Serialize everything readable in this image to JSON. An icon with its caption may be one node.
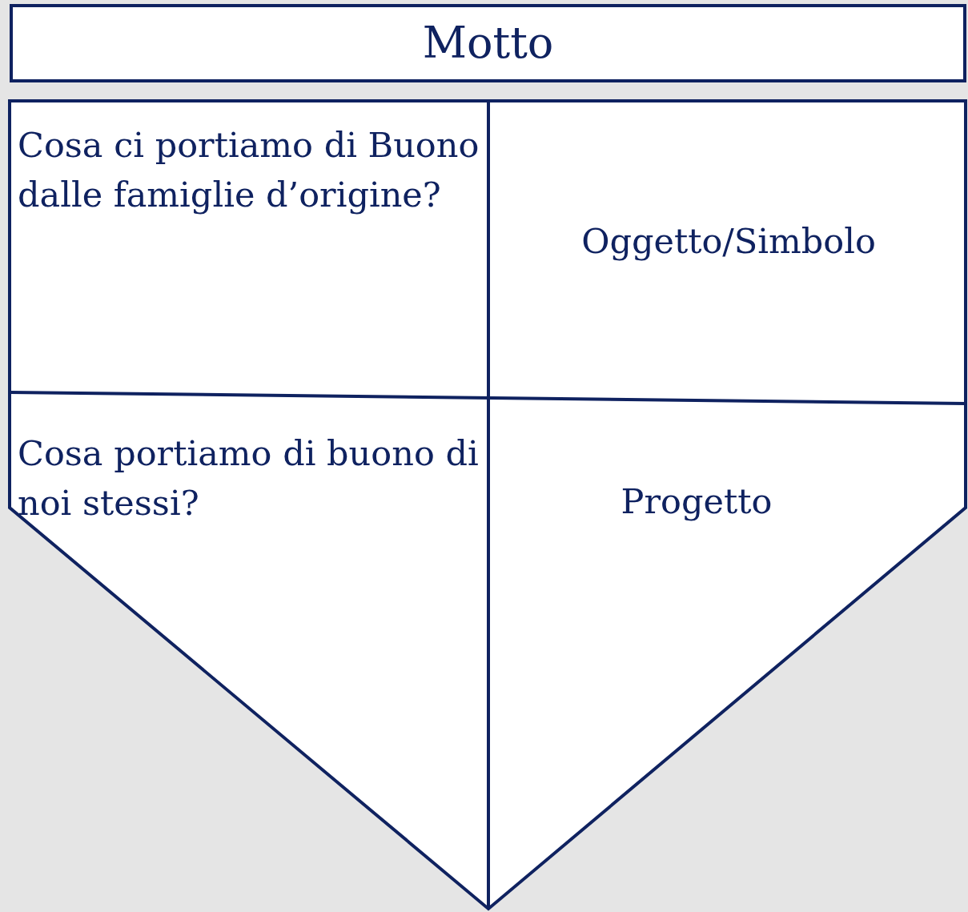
{
  "diagram": {
    "nodes": [
      {
        "text": [
          "Motto"
        ]
      },
      {
        "text": [
          "Cosa ci portiamo di Buono dalle famiglie d’origine?"
        ]
      },
      {
        "text": [
          "Oggetto/Simbolo"
        ]
      },
      {
        "text": [
          "Cosa portiamo di buono di noi stessi?"
        ]
      },
      {
        "text": [
          "Progetto"
        ]
      }
    ]
  }
}
